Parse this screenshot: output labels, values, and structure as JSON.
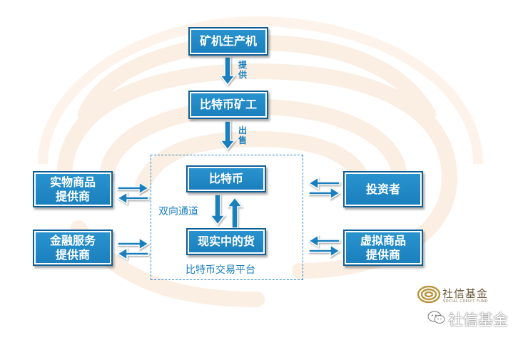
{
  "nodes": {
    "mining_machine_producer": "矿机生产机",
    "bitcoin_miner": "比特币矿工",
    "bitcoin": "比特币",
    "real_goods": "现实中的货",
    "physical_goods_supplier": "实物商品\n提供商",
    "financial_services_supplier": "金融服务\n提供商",
    "investor": "投资者",
    "virtual_goods_supplier": "虚拟商品\n提供商"
  },
  "edge_labels": {
    "provide": "提供",
    "sell": "出售",
    "two_way_channel": "双向通道"
  },
  "group_label": "比特币交易平台",
  "logo": {
    "name": "社信基金",
    "subtitle": "SOCIAL CREDIT FUND"
  },
  "watermark": "社信基金",
  "colors": {
    "box_fill": "#1a7fbd",
    "box_border": "#0f5f96",
    "arrow": "#1a7fbd",
    "label_text": "#1a7fbd",
    "watermark_bg": "#f7e7d8"
  }
}
